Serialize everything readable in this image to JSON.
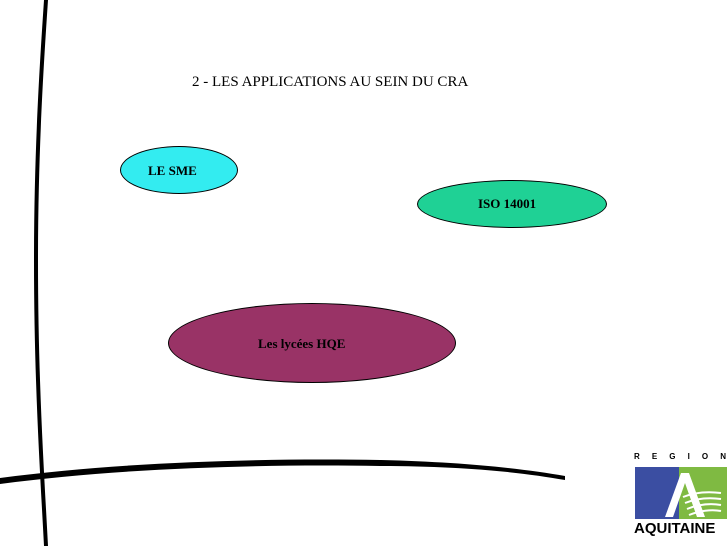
{
  "slide": {
    "title": "2 -  LES APPLICATIONS AU SEIN DU CRA"
  },
  "bubbles": [
    {
      "label": "LE SME",
      "color": "#33ecf0"
    },
    {
      "label": "ISO 14001",
      "color": "#1fd195"
    },
    {
      "label": "Les lycées HQE",
      "color": "#993366"
    }
  ],
  "logo": {
    "top_letters": [
      "R",
      "E",
      "G",
      "I",
      "O",
      "N"
    ],
    "name": "AQUITAINE",
    "blue": "#3b4ea2",
    "green": "#7fba42",
    "icon": "region-aquitaine-logo-icon"
  },
  "decor": {
    "line_color": "#000000"
  }
}
